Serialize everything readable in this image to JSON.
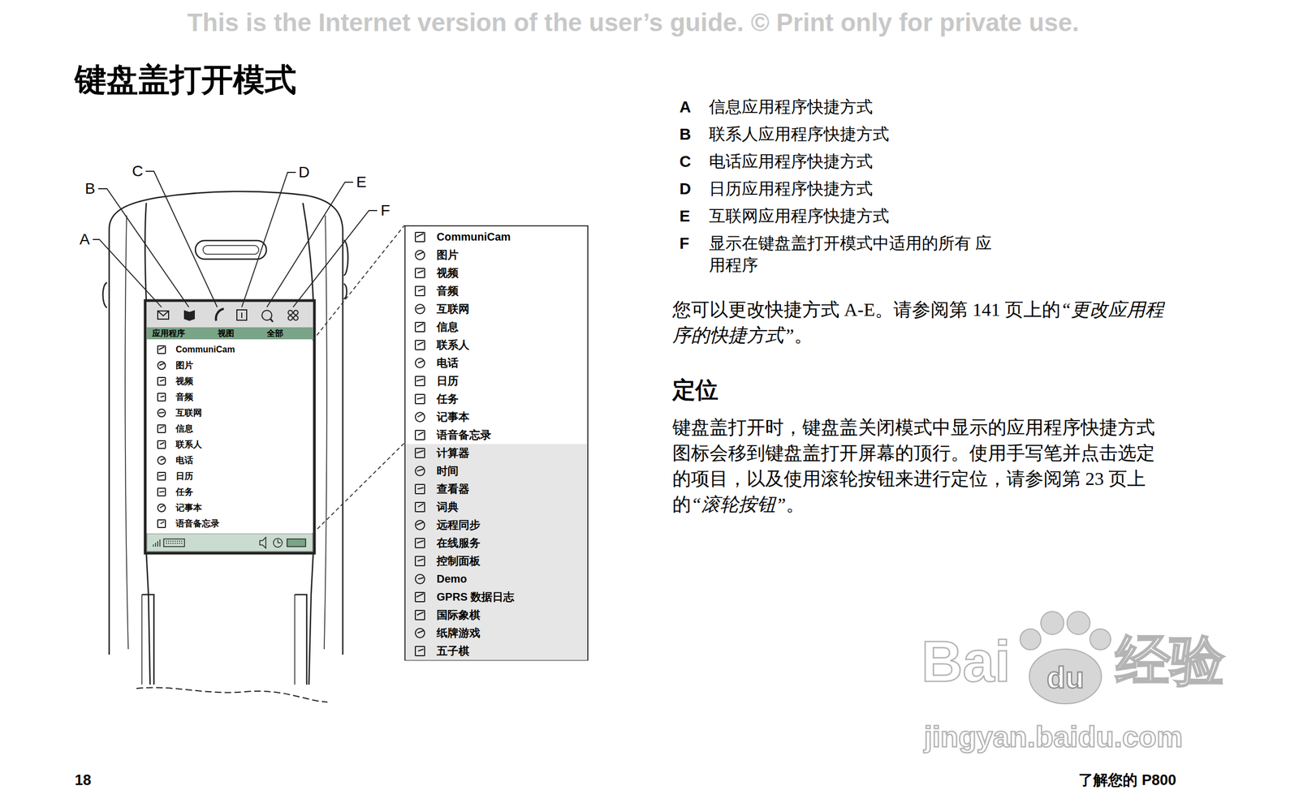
{
  "diagram": {
    "title": "键盘盖打开模式",
    "nodes": [
      {
        "text": [
          "应用程序",
          "视图",
          "全部"
        ]
      },
      {
        "text": [
          "CommuniCam",
          "图片",
          "视频",
          "音频",
          "互联网",
          "信息",
          "联系人",
          "电话",
          "日历",
          "任务",
          "记事本",
          "语音备忘录"
        ]
      },
      {
        "text": [
          "CommuniCam",
          "图片",
          "视频",
          "音频",
          "互联网",
          "信息",
          "联系人",
          "电话",
          "日历",
          "任务",
          "记事本",
          "语音备忘录",
          "计算器",
          "时间",
          "查看器",
          "词典",
          "远程同步",
          "在线服务",
          "控制面板",
          "Demo",
          "GPRS 数据日志",
          "国际象棋",
          "纸牌游戏",
          "五子棋"
        ]
      }
    ],
    "edges": [
      {
        "from": 1,
        "to": 2,
        "arrow": "none"
      }
    ],
    "labels": [
      "This is the Internet version of the user’s guide. © Print only for private use.",
      "A",
      "B",
      "C",
      "D",
      "E",
      "F",
      "A",
      "信息应用程序快捷方式",
      "B",
      "联系人应用程序快捷方式",
      "C",
      "电话应用程序快捷方式",
      "D",
      "日历应用程序快捷方式",
      "E",
      "互联网应用程序快捷方式",
      "F",
      "显示在键盘盖打开模式中适用的所有 应用程序",
      "您可以更改快捷方式 A-E。请参阅第 141 页上的",
      "“更改应用程序的快捷方式”",
      "。",
      "定位",
      "键盘盖打开时，键盘盖关闭模式中显示的应用程序快捷方式图标会移到键盘盖打开屏幕的顶行。使用手写笔并点击选定的项目，以及使用滚轮按钮来进行定位，请参阅第 23 页上的",
      "“滚轮按钮”",
      "。",
      "18",
      "了解您的 P800",
      "Bai",
      "du",
      "经验",
      "jingyan.baidu.com"
    ]
  }
}
